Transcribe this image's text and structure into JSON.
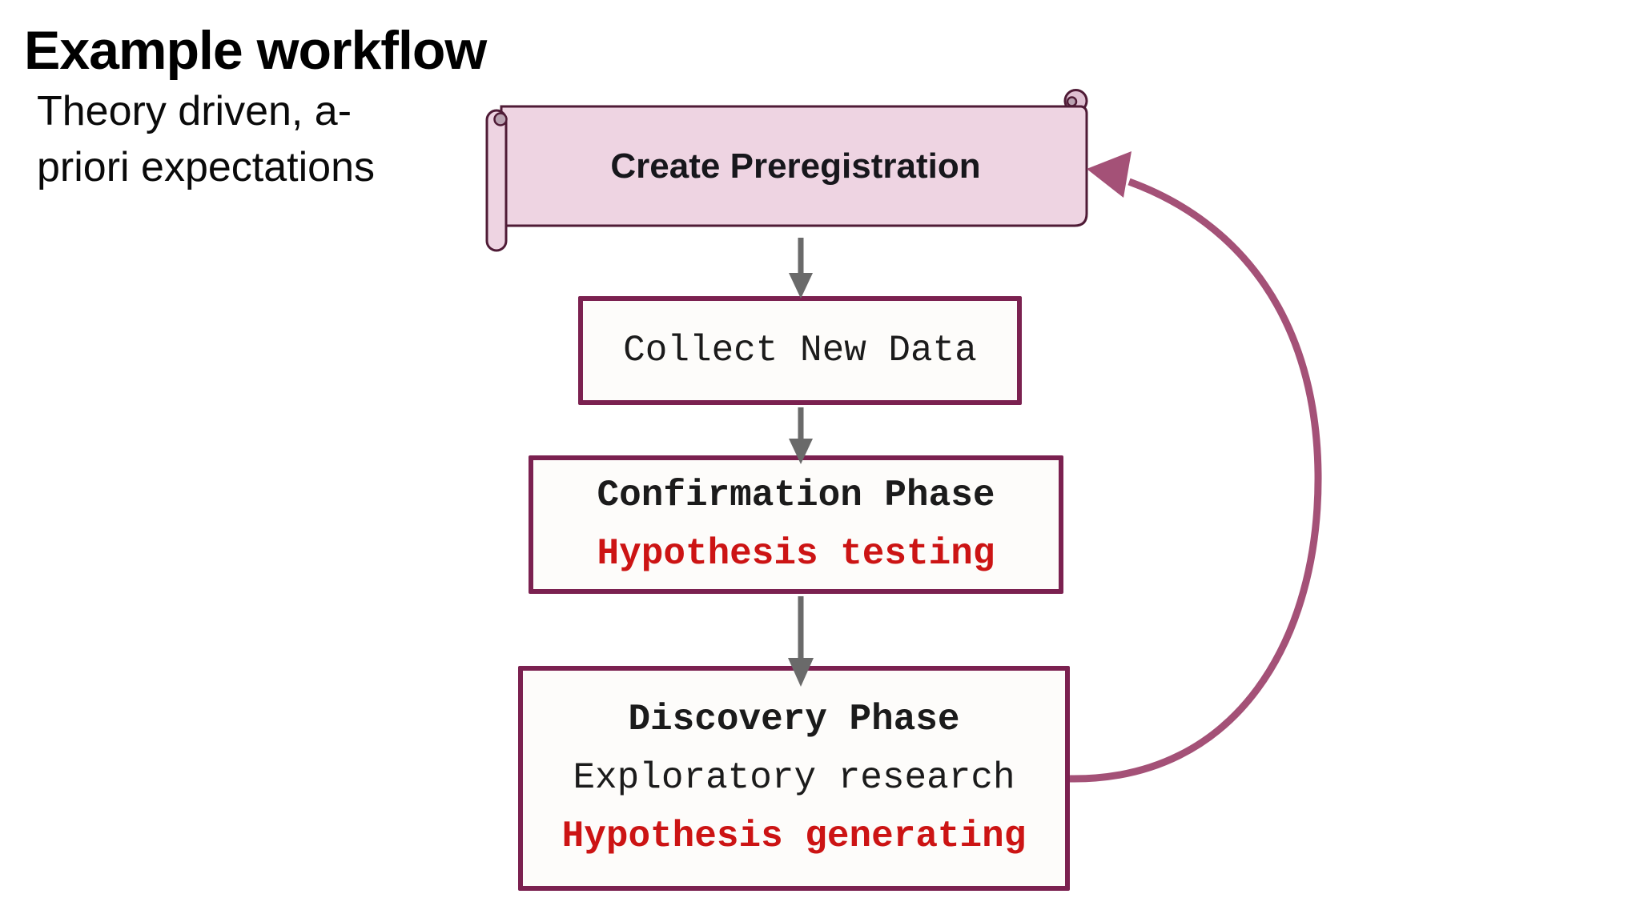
{
  "slide": {
    "title": "Example workflow",
    "subtitle": [
      "Theory driven, a-",
      "priori expectations"
    ]
  },
  "workflow": {
    "scroll_node": {
      "label": "Create Preregistration",
      "shape": "horizontal-scroll"
    },
    "boxes": [
      {
        "name": "collect-new-data",
        "lines": [
          {
            "text": "Collect New Data",
            "emphasis": "plain",
            "color": "black"
          }
        ]
      },
      {
        "name": "confirmation-phase",
        "lines": [
          {
            "text": "Confirmation Phase",
            "emphasis": "bold",
            "color": "black"
          },
          {
            "text": "Hypothesis testing",
            "emphasis": "bold",
            "color": "red"
          }
        ]
      },
      {
        "name": "discovery-phase",
        "lines": [
          {
            "text": "Discovery Phase",
            "emphasis": "bold",
            "color": "black"
          },
          {
            "text": "Exploratory research",
            "emphasis": "plain",
            "color": "black"
          },
          {
            "text": "Hypothesis generating",
            "emphasis": "bold",
            "color": "red"
          }
        ]
      }
    ],
    "connectors": {
      "down_arrow_count": 3,
      "loop_arrow": {
        "from": "discovery-phase",
        "to": "create-preregistration",
        "direction": "up"
      }
    },
    "colors": {
      "scroll_fill": "#eed4e2",
      "scroll_curl_fill": "#b9a2b1",
      "scroll_border": "#4f1b36",
      "box_border": "#7b2150",
      "box_fill": "#fdfcfa",
      "black_text": "#1b1b1b",
      "red_text": "#cc1414",
      "gray_arrow": "#6a6a6a",
      "loop_arrow": "#a45177"
    }
  }
}
